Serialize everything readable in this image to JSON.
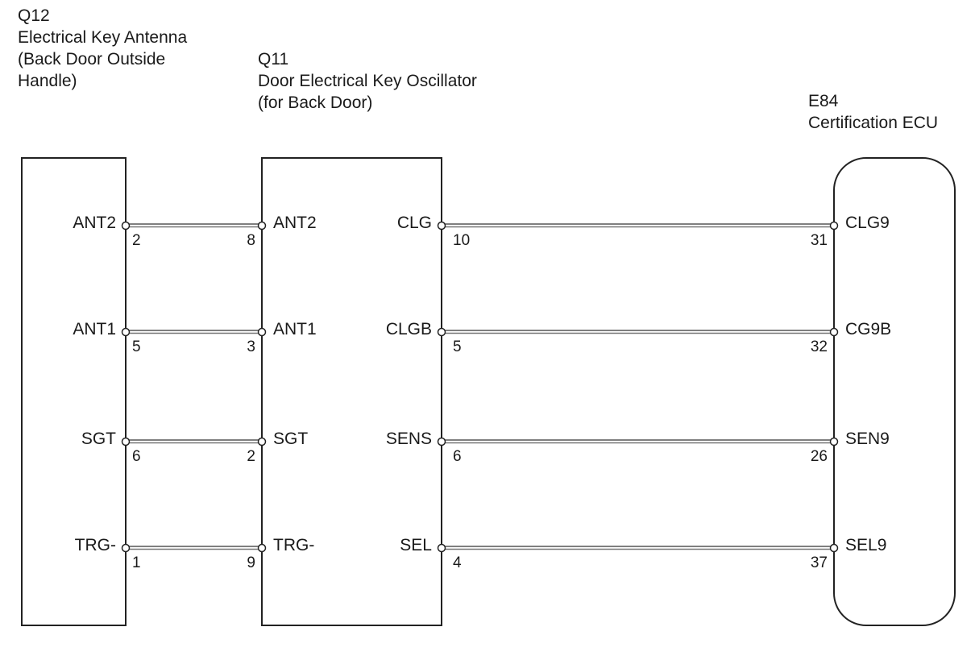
{
  "components": [
    {
      "id": "q12",
      "code": "Q12",
      "name_lines": [
        "Electrical Key Antenna",
        "(Back Door  Outside",
        "Handle)"
      ]
    },
    {
      "id": "q11",
      "code": "Q11",
      "name_lines": [
        "Door Electrical Key Oscillator",
        "(for Back Door)"
      ]
    },
    {
      "id": "e84",
      "code": "E84",
      "name_lines": [
        "Certification ECU"
      ]
    }
  ],
  "left_wires": [
    {
      "q12_terminal": "ANT2",
      "q12_pin": "2",
      "q11_pin": "8",
      "q11_terminal": "ANT2"
    },
    {
      "q12_terminal": "ANT1",
      "q12_pin": "5",
      "q11_pin": "3",
      "q11_terminal": "ANT1"
    },
    {
      "q12_terminal": "SGT",
      "q12_pin": "6",
      "q11_pin": "2",
      "q11_terminal": "SGT"
    },
    {
      "q12_terminal": "TRG-",
      "q12_pin": "1",
      "q11_pin": "9",
      "q11_terminal": "TRG-"
    }
  ],
  "right_wires": [
    {
      "q11_terminal": "CLG",
      "q11_pin": "10",
      "e84_pin": "31",
      "e84_terminal": "CLG9"
    },
    {
      "q11_terminal": "CLGB",
      "q11_pin": "5",
      "e84_pin": "32",
      "e84_terminal": "CG9B"
    },
    {
      "q11_terminal": "SENS",
      "q11_pin": "6",
      "e84_pin": "26",
      "e84_terminal": "SEN9"
    },
    {
      "q11_terminal": "SEL",
      "q11_pin": "4",
      "e84_pin": "37",
      "e84_terminal": "SEL9"
    }
  ]
}
